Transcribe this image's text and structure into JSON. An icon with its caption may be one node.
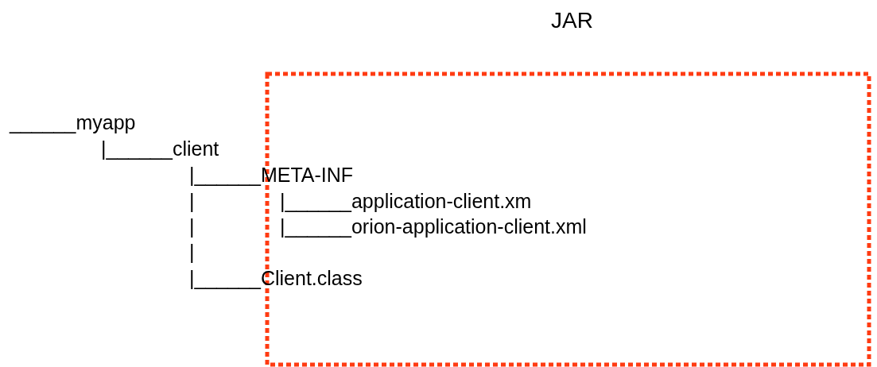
{
  "diagram": {
    "nodes": [
      {
        "text": [
          "JAR"
        ]
      }
    ],
    "edges": [],
    "labels": [
      "______myapp",
      "|______client",
      "|______META-INF",
      "|",
      "|______application-client.xm",
      "|",
      "|______orion-application-client.xml",
      "|",
      "|______Client.class"
    ]
  }
}
